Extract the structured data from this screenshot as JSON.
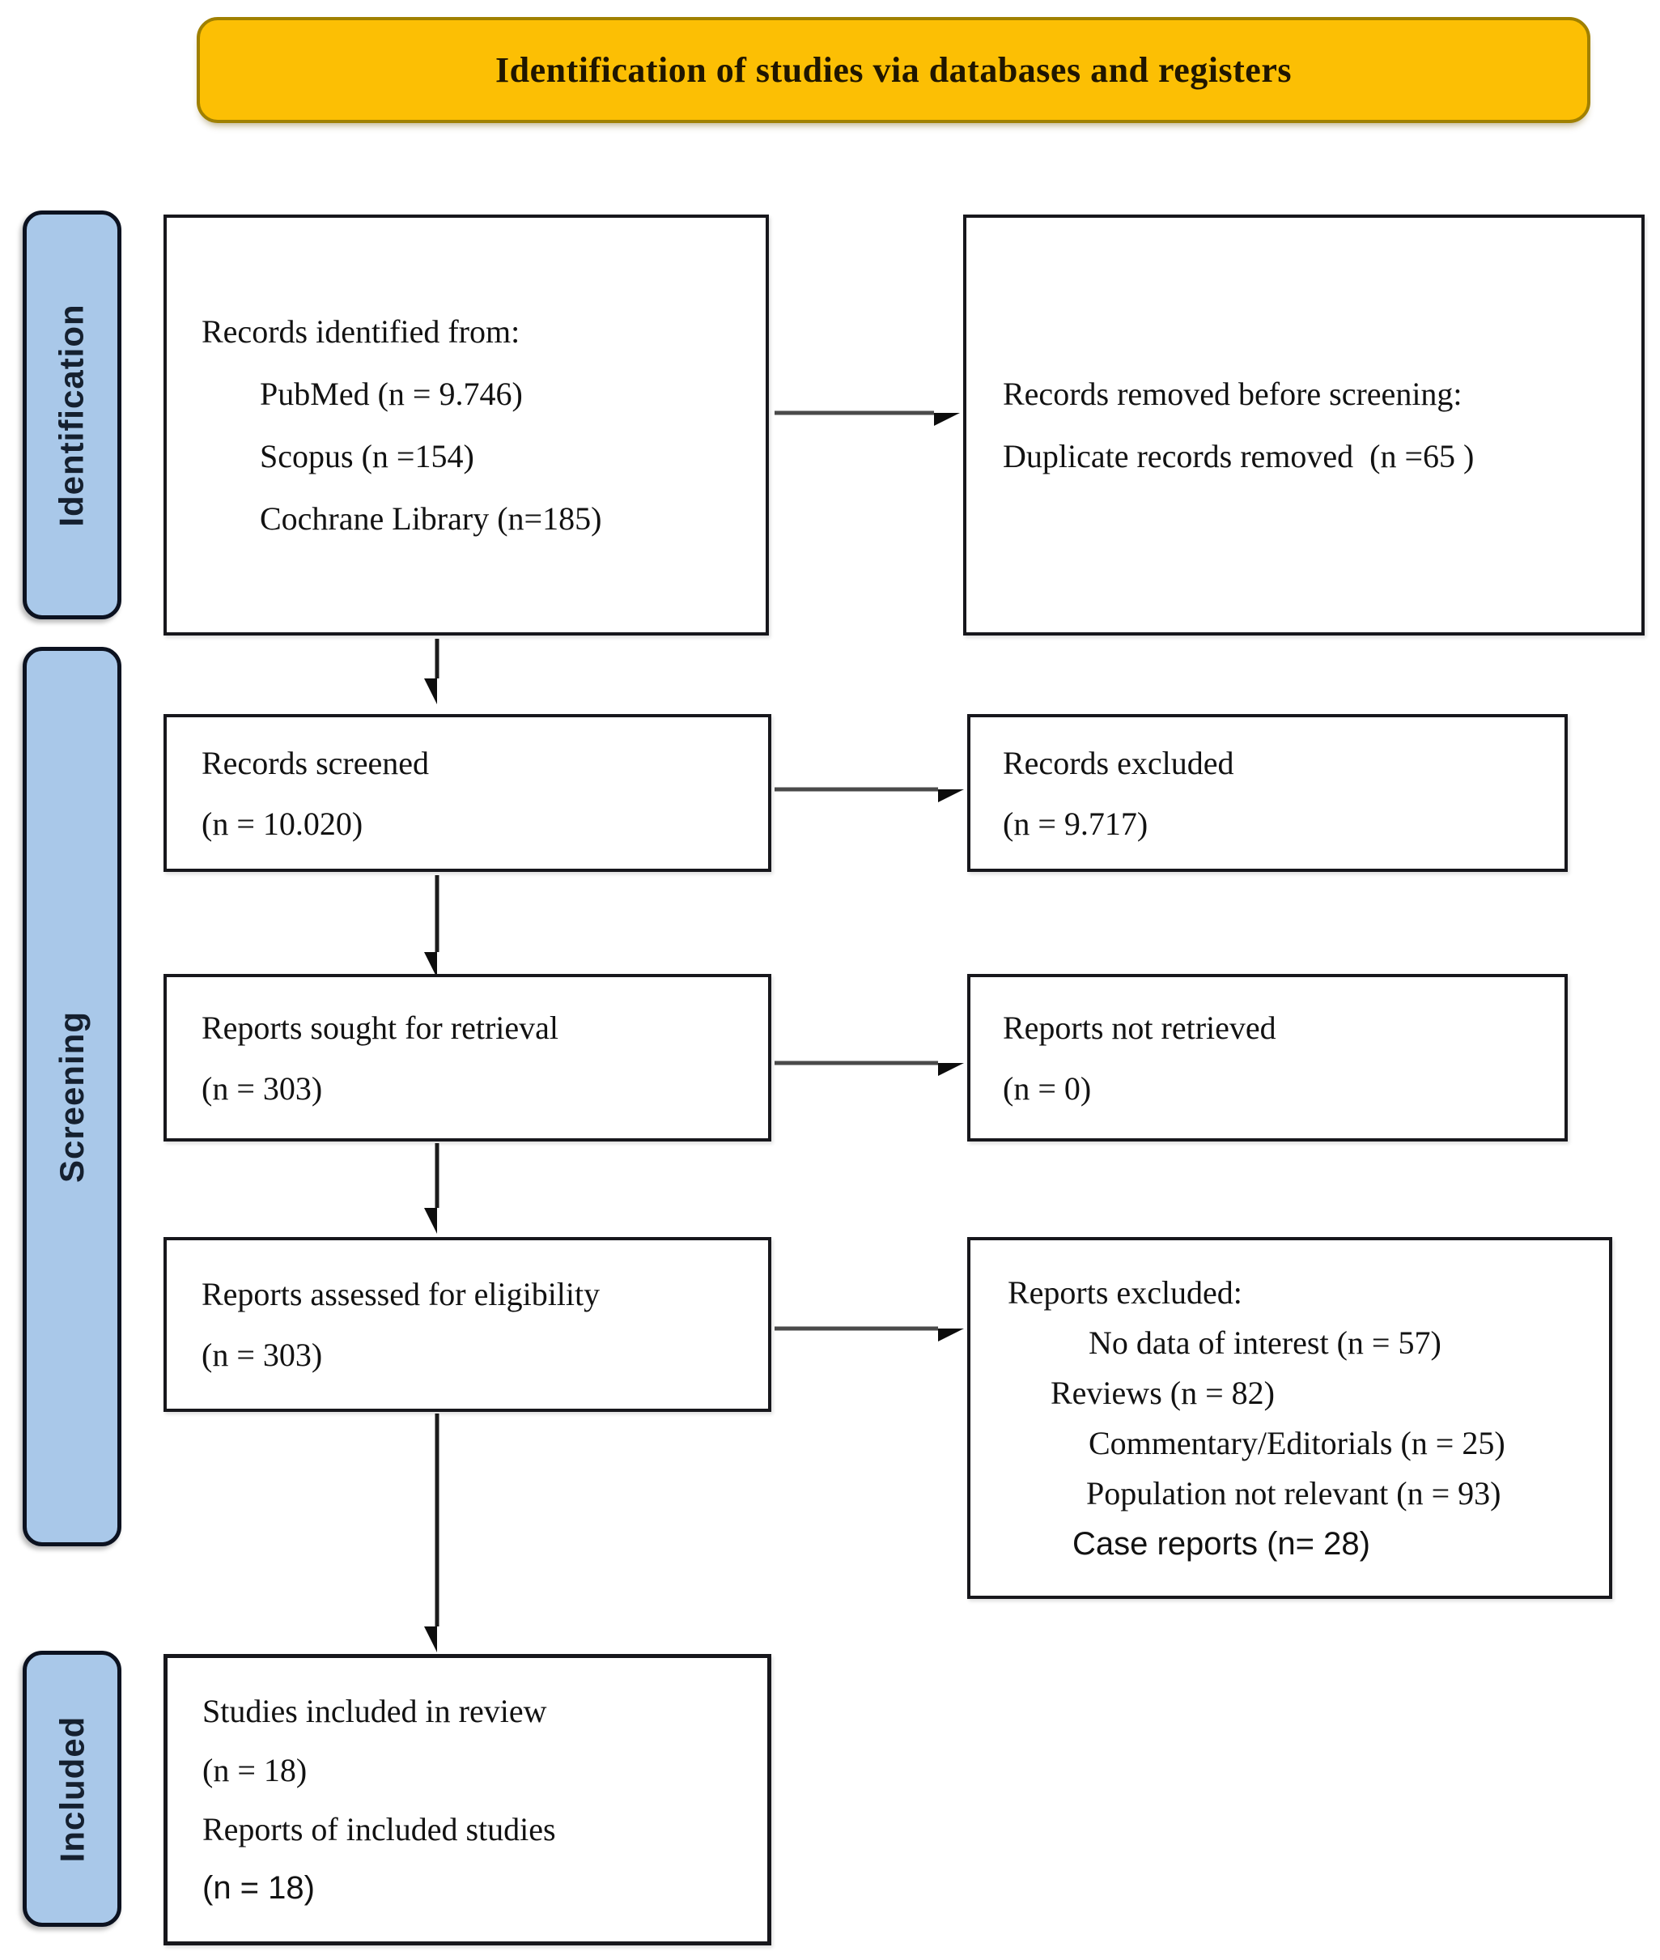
{
  "banner": {
    "title": "Identification of studies via databases and registers"
  },
  "sidebar": {
    "identification": "Identification",
    "screening": "Screening",
    "included": "Included"
  },
  "flow": {
    "records_identified": {
      "lines": [
        "Records identified from:",
        "PubMed (n = 9.746)",
        "Scopus (n =154)",
        "Cochrane Library (n=185)"
      ]
    },
    "records_removed": {
      "lines": [
        "Records removed before screening:",
        "Duplicate records removed  (n =65 )"
      ]
    },
    "records_screened": {
      "lines": [
        "Records screened",
        "(n = 10.020)"
      ]
    },
    "records_excluded": {
      "lines": [
        "Records excluded",
        "(n = 9.717)"
      ]
    },
    "reports_sought": {
      "lines": [
        "Reports sought for retrieval",
        "(n = 303)"
      ]
    },
    "reports_not_retrieved": {
      "lines": [
        "Reports not retrieved",
        "(n = 0)"
      ]
    },
    "reports_assessed": {
      "lines": [
        "Reports assessed for eligibility",
        "(n = 303)"
      ]
    },
    "reports_excluded": {
      "lines": [
        "Reports excluded:",
        "No data of interest (n = 57)",
        "Reviews (n = 82)",
        "Commentary/Editorials (n = 25)",
        "Population not relevant (n = 93)",
        "Case reports (n= 28)"
      ]
    },
    "studies_included": {
      "lines": [
        "Studies included in review",
        "(n = 18)",
        "Reports of included studies",
        "(n = 18)"
      ]
    }
  },
  "colors": {
    "banner_fill": "#FCBF04",
    "banner_border": "#A08000",
    "tab_fill": "#A9C8E9",
    "box_border": "#17171c",
    "arrow_line": "#4a4a4a",
    "arrow_head": "#0d0d0d"
  }
}
